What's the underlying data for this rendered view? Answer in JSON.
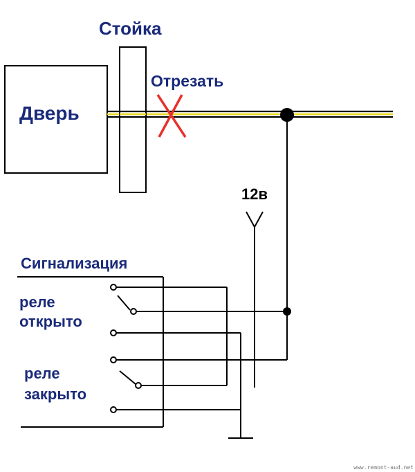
{
  "labels": {
    "pillar": "Стойка",
    "cut": "Отрезать",
    "door": "Дверь",
    "voltage": "12в",
    "alarm": "Сигнализация",
    "relay_open_1": "реле",
    "relay_open_2": "открыто",
    "relay_closed_1": "реле",
    "relay_closed_2": "закрыто",
    "watermark": "www.remont-aud.net"
  },
  "colors": {
    "line": "#000000",
    "text": "#1a2a7a",
    "wire_yellow": "#e8d820",
    "cross": "#e8302a"
  }
}
